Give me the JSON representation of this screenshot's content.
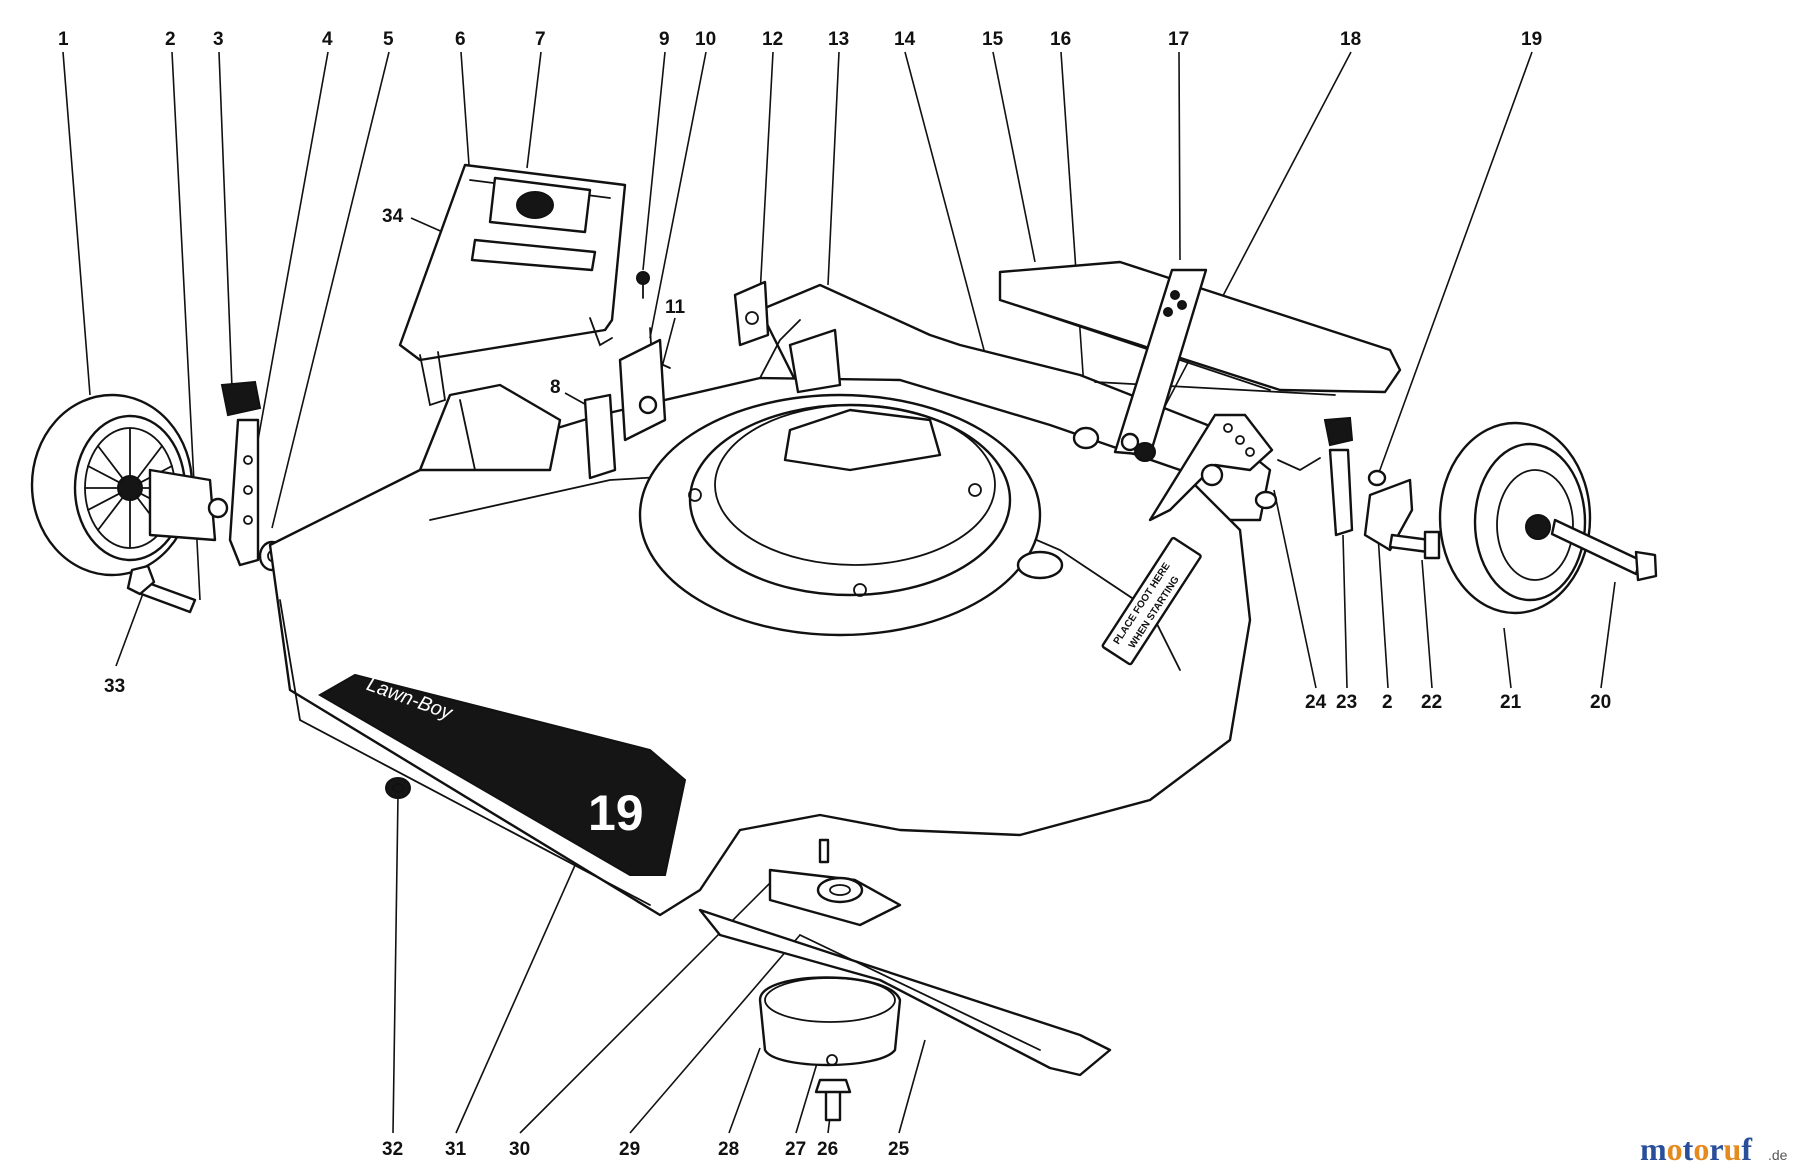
{
  "diagram": {
    "callouts": [
      "1",
      "2",
      "3",
      "4",
      "5",
      "6",
      "7",
      "9",
      "10",
      "12",
      "13",
      "14",
      "15",
      "16",
      "17",
      "18",
      "19",
      "34",
      "8",
      "11",
      "33",
      "24",
      "23",
      "2",
      "22",
      "21",
      "20",
      "32",
      "31",
      "30",
      "29",
      "28",
      "27",
      "26",
      "25"
    ],
    "deck_decal_brand": "Lawn-Boy",
    "deck_decal_model": "19",
    "start_label_line1": "PLACE FOOT HERE",
    "start_label_line2": "WHEN STARTING"
  },
  "watermark": {
    "brand": "motoruf",
    "suffix": ".de",
    "colors": {
      "orange": "#e58a1f",
      "blue": "#2a4f9a"
    }
  }
}
